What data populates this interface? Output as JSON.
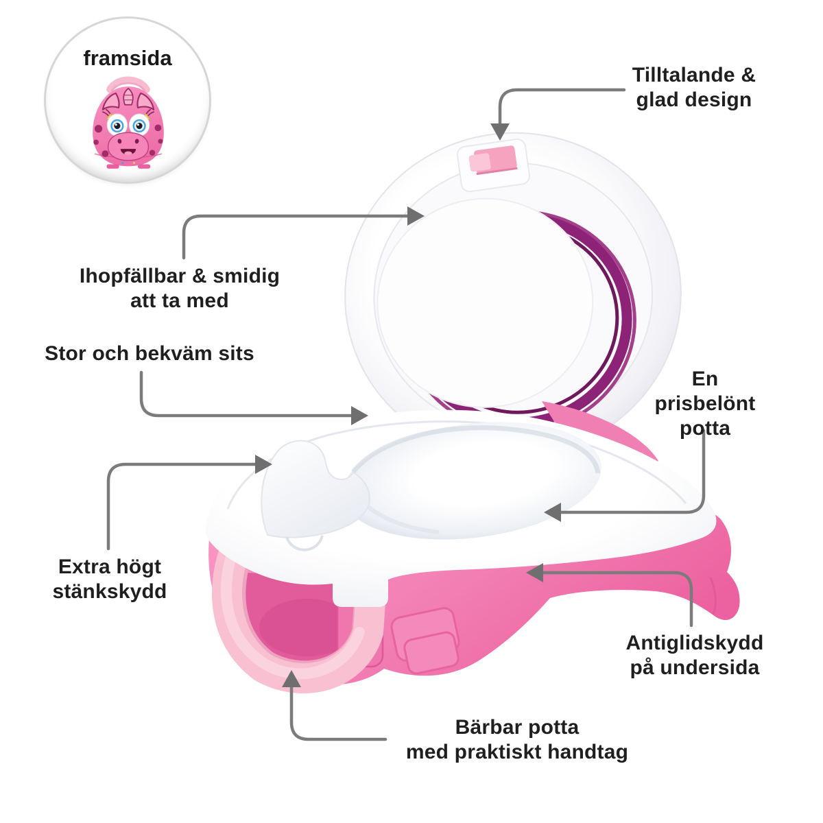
{
  "badge": {
    "label": "framsida"
  },
  "annotations": {
    "appealing_design": "Tilltalande &\nglad design",
    "foldable": "Ihopfällbar & smidig\natt ta med",
    "comfy_seat": "Stor och bekväm sits",
    "award_winning": "En prisbelönt\npotta",
    "splash_guard": "Extra högt\nstänkskydd",
    "anti_slip": "Antiglidskydd\npå undersida",
    "portable_handle": "Bärbar potta\nmed praktiskt handtag"
  },
  "colors": {
    "body_pink": "#ee6ba6",
    "body_pink_light": "#f98fc0",
    "handle_pink": "#f8c0d1",
    "socket_pink": "#ef77ad",
    "ring_purple": "#8d2377",
    "latch_pink": "#f6a3c0",
    "cartoon_spot": "#a12b6b",
    "eye_blue": "#4aa3e0",
    "arrow_gray": "#7b7b7b",
    "text_color": "#1f1f1f",
    "circle_border": "#d6d6d6",
    "background": "#ffffff"
  }
}
